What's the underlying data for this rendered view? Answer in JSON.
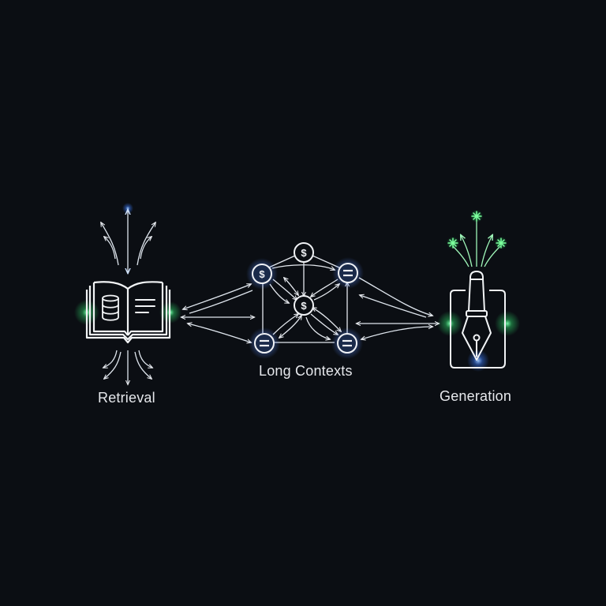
{
  "diagram": {
    "background": "#0b0e13",
    "line_color": "#e8eaee",
    "glow_green": "#3ddc74",
    "glow_blue": "#4a8cff",
    "node_fill": "#1a2a4a",
    "stages": [
      {
        "id": "retrieval",
        "label": "Retrieval",
        "icon": "open-book-database-icon"
      },
      {
        "id": "long-contexts",
        "label": "Long Contexts",
        "icon": "node-network-icon"
      },
      {
        "id": "generation",
        "label": "Generation",
        "icon": "fountain-pen-icon"
      }
    ],
    "network_nodes": [
      {
        "id": "top",
        "symbol": "$",
        "filled": false
      },
      {
        "id": "upper-left",
        "symbol": "$",
        "filled": true
      },
      {
        "id": "upper-right",
        "symbol": "=",
        "filled": true
      },
      {
        "id": "center",
        "symbol": "$",
        "filled": false
      },
      {
        "id": "lower-left",
        "symbol": "=",
        "filled": true
      },
      {
        "id": "lower-right",
        "symbol": "=",
        "filled": true
      }
    ]
  }
}
